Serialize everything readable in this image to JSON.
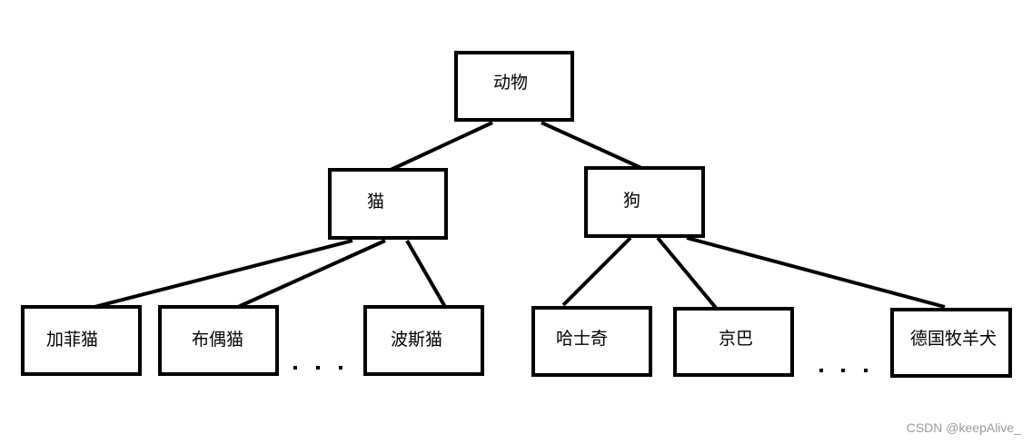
{
  "nodes": {
    "root": "动物",
    "cat": "猫",
    "dog": "狗",
    "garfield": "加菲猫",
    "ragdoll": "布偶猫",
    "persian": "波斯猫",
    "husky": "哈士奇",
    "pekingese": "京巴",
    "german_shepherd": "德国牧羊犬"
  },
  "ellipsis": "...",
  "watermark": "CSDN @keepAlive_",
  "colors": {
    "stroke": "#000000",
    "background": "#ffffff",
    "watermark": "#9b9b9b"
  }
}
